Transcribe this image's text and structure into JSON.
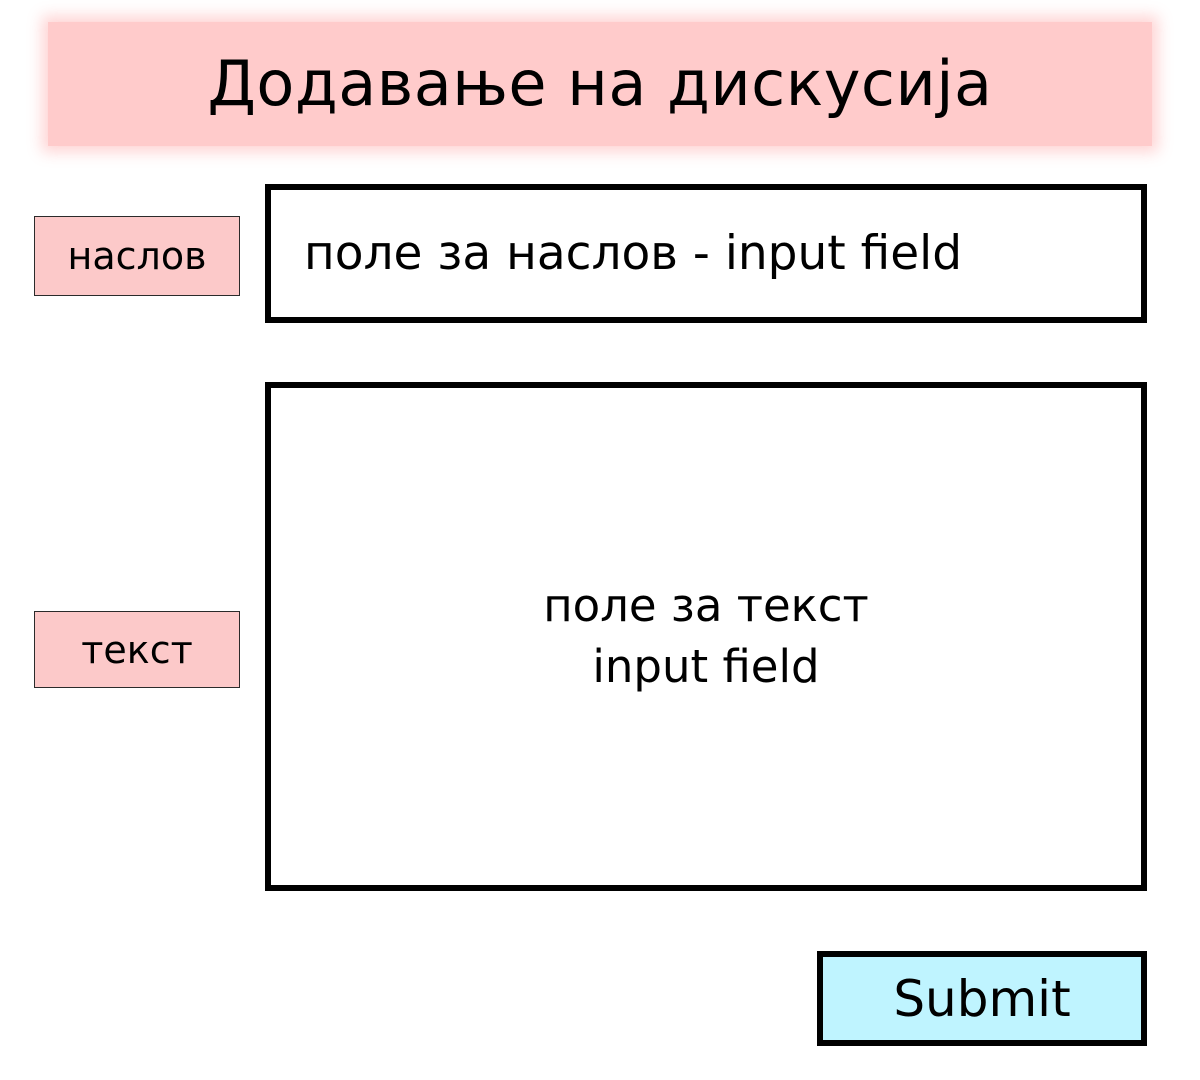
{
  "page": {
    "title": "Додавање на дискусија",
    "language": "mk",
    "kind": "form-wireframe"
  },
  "colors": {
    "header_band": "#FFCBCB",
    "label_chip": "#FCC9C9",
    "submit_fill": "#BFF4FF",
    "outline": "#000000",
    "label_outline": "#2B2B2B",
    "page_background": "#FFFFFF",
    "text": "#000000"
  },
  "header": {
    "title": "Додавање на дискусија"
  },
  "form": {
    "fields": [
      {
        "id": "title",
        "label": "наслов",
        "control": "input",
        "placeholder": "поле за наслов - input field",
        "value": "поле за наслов - input field"
      },
      {
        "id": "body",
        "label": "текст",
        "control": "textarea",
        "placeholder_line_1": "поле за текст",
        "placeholder_line_2": "input field"
      }
    ],
    "submit": {
      "label": "Submit"
    }
  }
}
